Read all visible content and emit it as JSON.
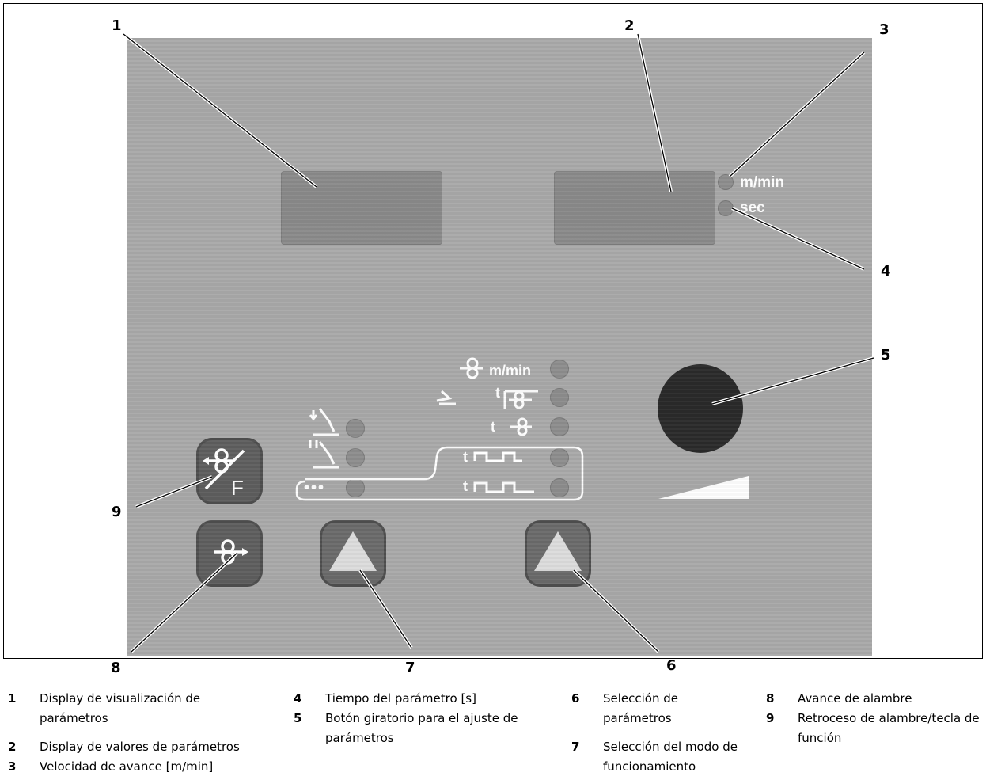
{
  "units": {
    "mmin": "m/min",
    "sec": "sec"
  },
  "panel_symbols": {
    "wire_speed_unit": "m/min",
    "time_t": "t",
    "dots": "•••",
    "function_f": "F"
  },
  "callouts": [
    "1",
    "2",
    "3",
    "4",
    "5",
    "6",
    "7",
    "8",
    "9"
  ],
  "legend": [
    {
      "n": "1",
      "text": "Display de visualización de parámetros"
    },
    {
      "n": "2",
      "text": "Display de valores de parámetros"
    },
    {
      "n": "3",
      "text": "Velocidad de avance [m/min]"
    },
    {
      "n": "4",
      "text": "Tiempo del parámetro [s]"
    },
    {
      "n": "5",
      "text": "Botón giratorio para el ajuste de parámetros"
    },
    {
      "n": "6",
      "text": "Selección de parámetros"
    },
    {
      "n": "7",
      "text": "Selección del modo de funcionamiento"
    },
    {
      "n": "8",
      "text": "Avance de alambre"
    },
    {
      "n": "9",
      "text": "Retroceso de alambre/tecla de función"
    }
  ],
  "colors": {
    "panel": "#a9a9a9",
    "display": "#8a8a8a",
    "button": "#5e5e5e",
    "knob": "#2a2a2a"
  }
}
